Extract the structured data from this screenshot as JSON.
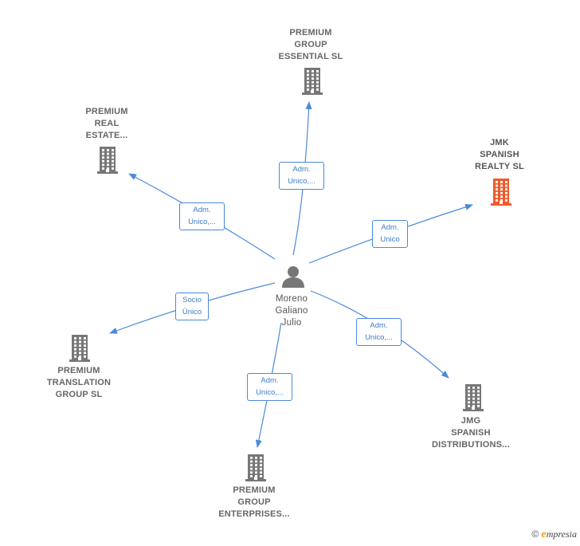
{
  "center": {
    "label": "Moreno\nGaliano\nJulio",
    "icon": "person-icon"
  },
  "companies": [
    {
      "id": "premium-group-essential",
      "label": "PREMIUM\nGROUP\nESSENTIAL  SL",
      "icon": "building-icon",
      "color": "#777777"
    },
    {
      "id": "premium-real-estate",
      "label": "PREMIUM\nREAL\nESTATE...",
      "icon": "building-icon",
      "color": "#777777"
    },
    {
      "id": "jmk-spanish-realty",
      "label": "JMK\nSPANISH\nREALTY  SL",
      "icon": "building-icon",
      "color": "#f05a28"
    },
    {
      "id": "premium-translation-group",
      "label": "PREMIUM\nTRANSLATION\nGROUP  SL",
      "icon": "building-icon",
      "color": "#777777"
    },
    {
      "id": "jmg-spanish-distributions",
      "label": "JMG\nSPANISH\nDISTRIBUTIONS...",
      "icon": "building-icon",
      "color": "#777777"
    },
    {
      "id": "premium-group-enterprises",
      "label": "PREMIUM\nGROUP\nENTERPRISES...",
      "icon": "building-icon",
      "color": "#777777"
    }
  ],
  "edges": [
    {
      "target": "premium-group-essential",
      "label": "Adm.\nUnico,..."
    },
    {
      "target": "premium-real-estate",
      "label": "Adm.\nUnico,..."
    },
    {
      "target": "jmk-spanish-realty",
      "label": "Adm.\nUnico"
    },
    {
      "target": "premium-translation-group",
      "label": "Socio\nÚnico"
    },
    {
      "target": "jmg-spanish-distributions",
      "label": "Adm.\nUnico,..."
    },
    {
      "target": "premium-group-enterprises",
      "label": "Adm.\nUnico,..."
    }
  ],
  "colors": {
    "edge": "#4a89dc",
    "node_text": "#666666",
    "building": "#777777",
    "highlight": "#f05a28"
  },
  "footer": {
    "copyright": "©",
    "brand_initial": "e",
    "brand_rest": "mpresia"
  }
}
